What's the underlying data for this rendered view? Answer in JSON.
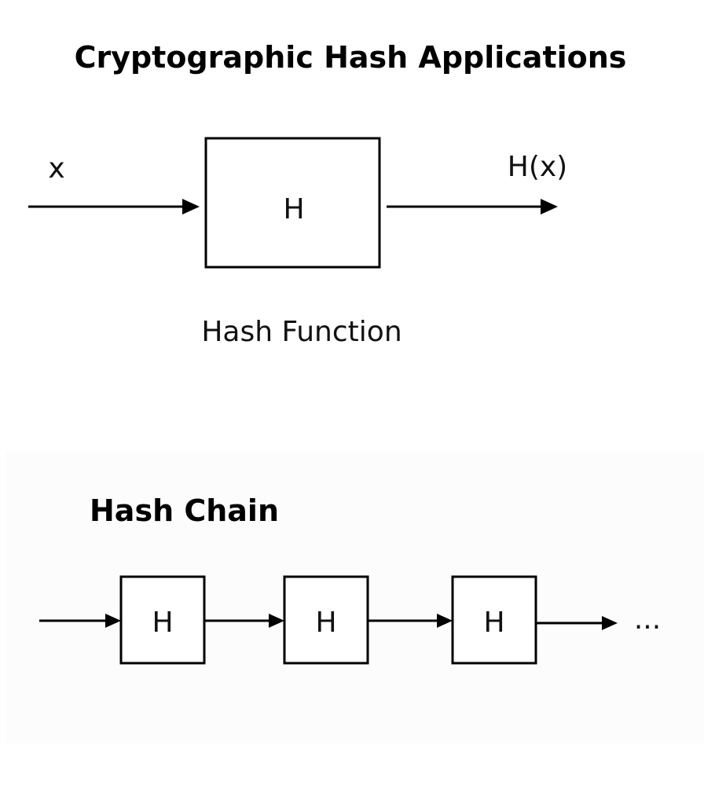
{
  "title": "Cryptographic Hash Applications",
  "hash_function": {
    "input_label": "x",
    "output_label": "H(x)",
    "box_label": "H",
    "caption": "Hash Function"
  },
  "hash_chain": {
    "title": "Hash Chain",
    "box_labels": [
      "H",
      "H",
      "H"
    ],
    "continuation": "..."
  }
}
